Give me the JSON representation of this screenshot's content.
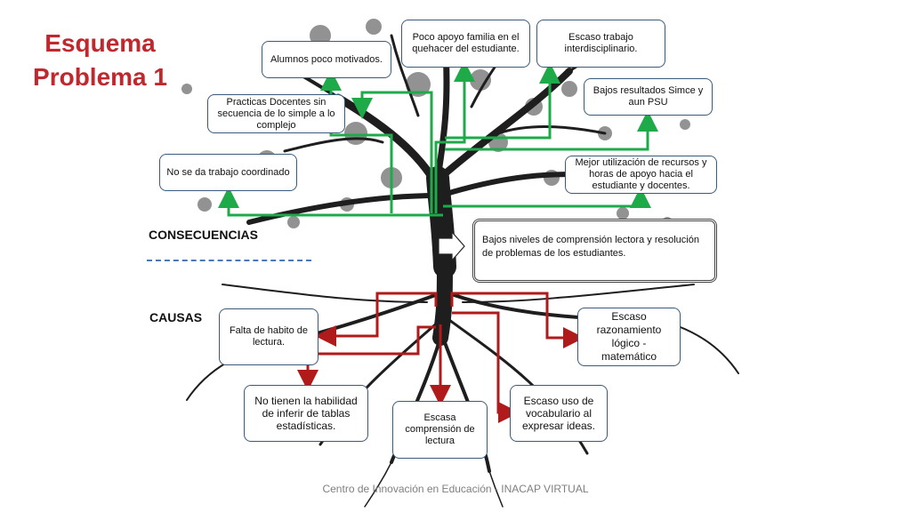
{
  "title": "Esquema Problema 1",
  "sections": {
    "consequences": "CONSECUENCIAS",
    "causes": "CAUSAS"
  },
  "main_problem": "Bajos niveles de comprensión lectora y resolución de problemas de los estudiantes.",
  "consequences": [
    "Alumnos poco motivados.",
    "Poco apoyo familia en el quehacer del estudiante.",
    "Escaso trabajo interdisciplinario.",
    "Practicas Docentes sin secuencia de lo simple a lo complejo",
    "Bajos resultados Simce y aun PSU",
    "No se da trabajo coordinado",
    "Mejor utilización de recursos y horas de apoyo hacia el estudiante y docentes."
  ],
  "causes": [
    "Falta de habito de lectura.",
    "Escaso razonamiento lógico - matemático",
    "No tienen la habilidad de inferir de tablas estadísticas.",
    "Escaso uso de vocabulario al expresar ideas.",
    "Escasa comprensión de lectura"
  ],
  "footer": "Centro de Innovación en Educación - INACAP VIRTUAL",
  "colors": {
    "title": "#c0282e",
    "consequence_arrow": "#1faa4a",
    "cause_arrow": "#b01a1a",
    "box_border": "#3a5a7a"
  }
}
